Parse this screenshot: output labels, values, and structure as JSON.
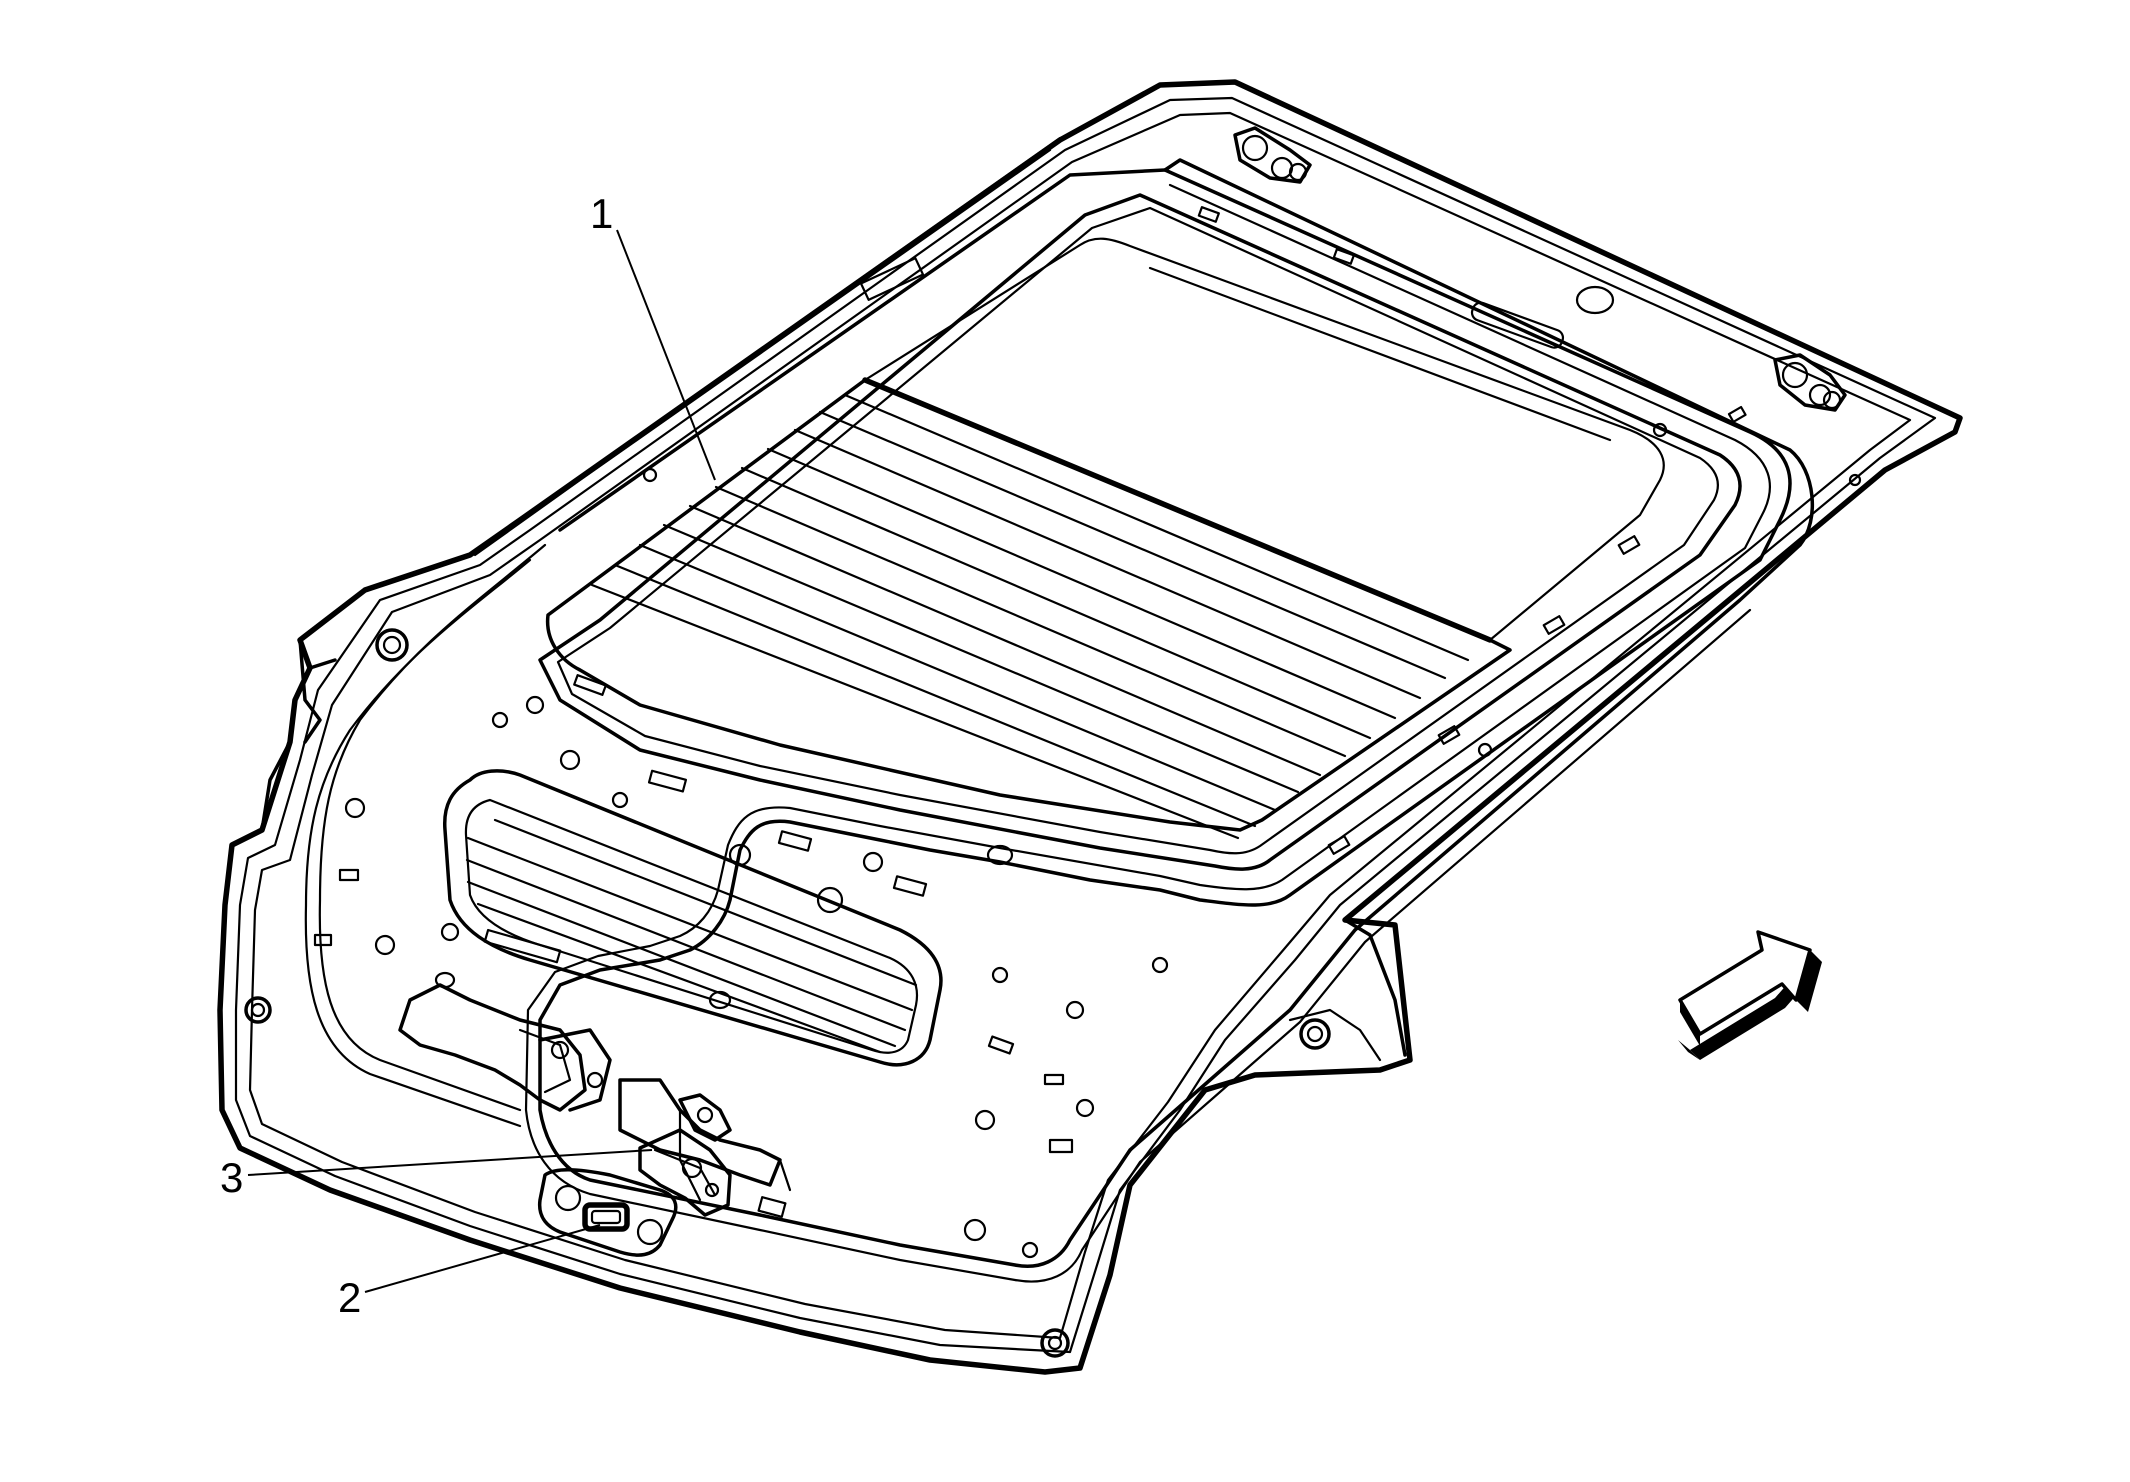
{
  "diagram": {
    "subject": "liftgate-inner-panel",
    "callouts": [
      {
        "id": "1",
        "label": "1"
      },
      {
        "id": "2",
        "label": "2"
      },
      {
        "id": "3",
        "label": "3"
      }
    ],
    "direction_indicator": "front-arrow-icon",
    "line_color": "#000000",
    "background_color": "#ffffff"
  }
}
